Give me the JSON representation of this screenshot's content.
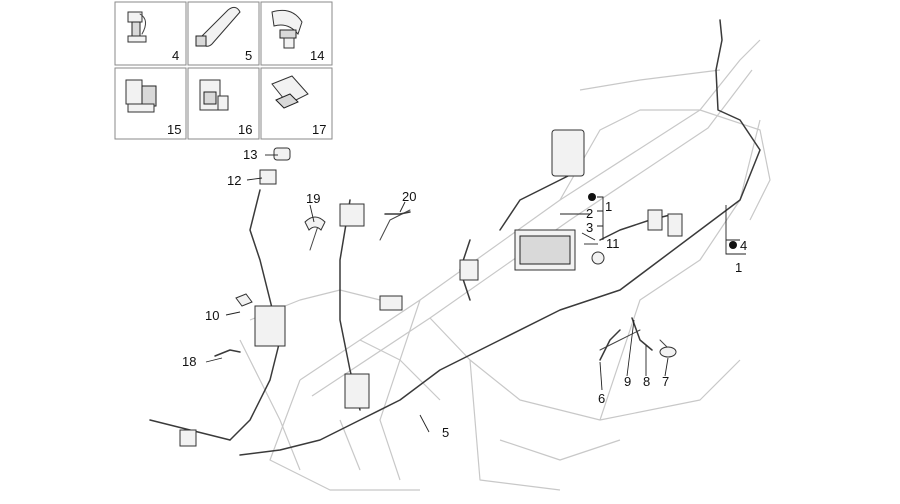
{
  "diagram": {
    "callouts": {
      "c1_top": "1",
      "c2": "2",
      "c3": "3",
      "c4_right": "4",
      "c1_right": "1",
      "c5_bottom": "5",
      "c6": "6",
      "c7": "7",
      "c8": "8",
      "c9": "9",
      "c10": "10",
      "c11": "11",
      "c12": "12",
      "c13": "13",
      "c18": "18",
      "c19": "19",
      "c20": "20"
    },
    "insets": [
      {
        "label": "4"
      },
      {
        "label": "5"
      },
      {
        "label": "14"
      },
      {
        "label": "15"
      },
      {
        "label": "16"
      },
      {
        "label": "17"
      }
    ]
  }
}
